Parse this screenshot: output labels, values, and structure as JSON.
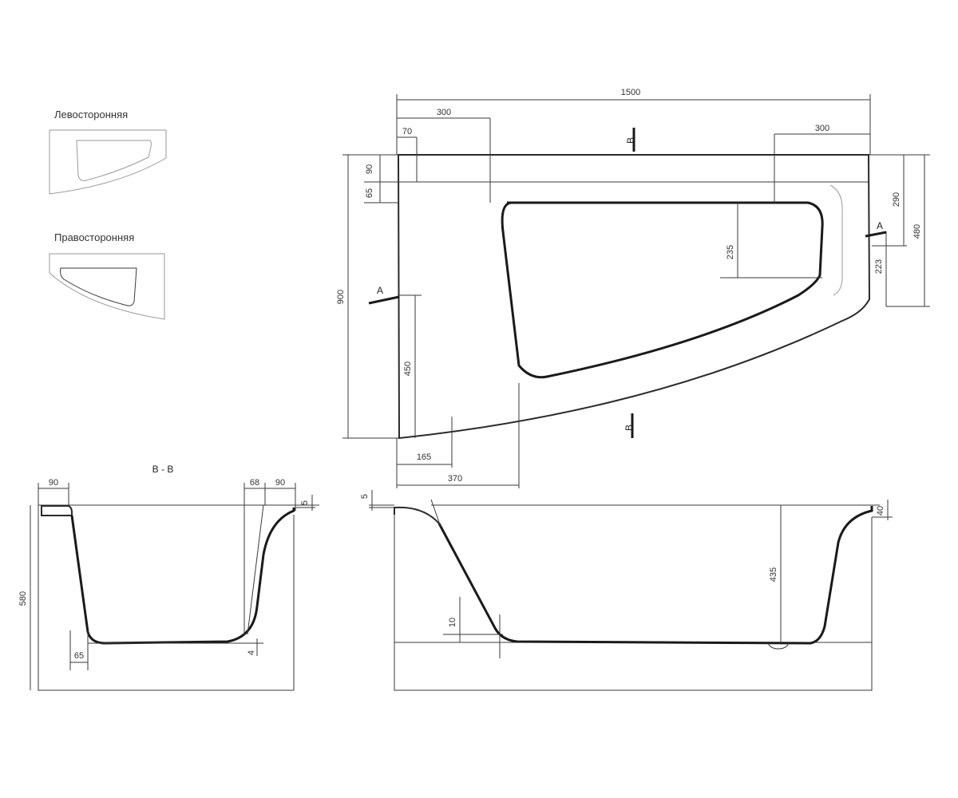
{
  "variants": {
    "left": "Левосторонняя",
    "right": "Правосторонняя"
  },
  "section_titles": {
    "bb": "B - B"
  },
  "section_marks": {
    "a": "A",
    "b": "B"
  },
  "plan_dims": {
    "overall_length": "1500",
    "left_offset": "300",
    "edge_offset": "70",
    "right_offset": "300",
    "top_rim": "90",
    "inner_rim": "65",
    "height": "900",
    "left_depth": "450",
    "bottom_left": "165",
    "bottom_mid": "370",
    "inner_235": "235",
    "right_290": "290",
    "right_480": "480",
    "right_223": "223"
  },
  "section_bb_dims": {
    "left_rim": "90",
    "right_68": "68",
    "right_90": "90",
    "top_5": "5",
    "height": "580",
    "bottom_65": "65",
    "bottom_4": "4"
  },
  "section_aa_dims": {
    "top_5": "5",
    "right_40": "40",
    "depth": "435",
    "floor_10": "10"
  }
}
